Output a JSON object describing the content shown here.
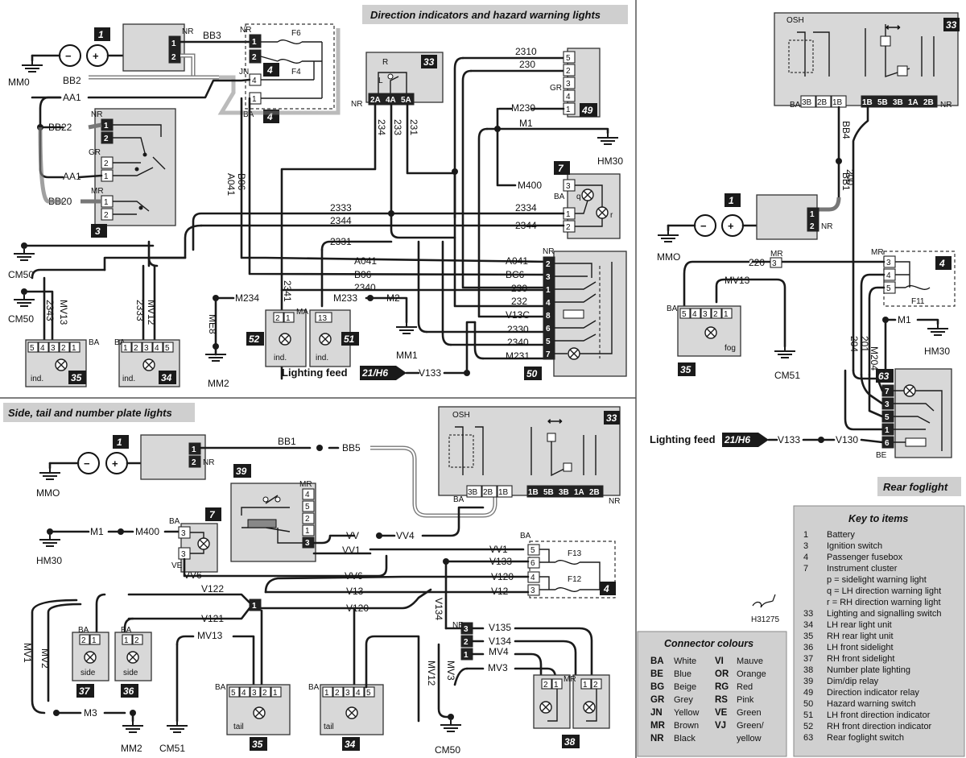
{
  "titles": {
    "direction": "Direction indicators and hazard warning lights",
    "side": "Side, tail and number plate lights",
    "rear": "Rear foglight"
  },
  "component_numbers": {
    "battery": "1",
    "ign_sw": "3",
    "fusebox": "4",
    "cluster": "7",
    "lighting_sw": "33",
    "lh_rear": "34",
    "rh_rear": "35",
    "lh_side": "36",
    "rh_side": "37",
    "number_plate": "38",
    "dimdip": "39",
    "flasher_relay": "49",
    "hazard_sw": "50",
    "lh_ind": "51",
    "rh_ind": "52",
    "fog_sw": "63"
  },
  "wires": {
    "bb1": "BB1",
    "bb2": "BB2",
    "bb3": "BB3",
    "bb4": "BB4",
    "bb5": "BB5",
    "bb20": "BB20",
    "bb22": "BB22",
    "aa1": "AA1",
    "a041": "A041",
    "b06": "B06",
    "bc6": "BC6",
    "w2310": "2310",
    "w230": "230",
    "w231": "231",
    "w232": "232",
    "w233": "233",
    "w234": "234",
    "w2330": "2330",
    "w2331": "2331",
    "w2333": "2333",
    "w2334": "2334",
    "w2340": "2340",
    "w2341": "2341",
    "w2343": "2343",
    "w2344": "2344",
    "w200": "200",
    "w201": "201",
    "w204": "204",
    "w220": "220",
    "m1": "M1",
    "m2": "M2",
    "m3": "M3",
    "m204": "M204",
    "m230": "M230",
    "m231": "M231",
    "m233": "M233",
    "m234": "M234",
    "m400": "M400",
    "mv1": "MV1",
    "mv2": "MV2",
    "mv3": "MV3",
    "mv4": "MV4",
    "mv12": "MV12",
    "mv13": "MV13",
    "v12": "V12",
    "v13": "V13",
    "v13c": "V13C",
    "v120": "V120",
    "v121": "V121",
    "v122": "V122",
    "v130": "V130",
    "v133": "V133",
    "v134": "V134",
    "v135": "V135",
    "vv": "VV",
    "vv1": "VV1",
    "vv4": "VV4",
    "vv6": "VV6"
  },
  "grounds": {
    "mm0": "MM0",
    "mmo": "MMO",
    "mm1": "MM1",
    "mm2": "MM2",
    "me8": "ME8",
    "hm30": "HM30",
    "cm50": "CM50",
    "cm51": "CM51"
  },
  "pin_labels": {
    "p1": "1",
    "p2": "2",
    "p3": "3",
    "p4": "4",
    "p5": "5",
    "p6": "6",
    "p7": "7",
    "p8": "8",
    "p2a": "2A",
    "p4a": "4A",
    "p5a": "5A",
    "p1a": "1A",
    "p1b": "1B",
    "p2b": "2B",
    "p3b": "3B",
    "p5b": "5B",
    "p13": "13"
  },
  "colour_codes": {
    "nr": "NR",
    "ba": "BA",
    "jn": "JN",
    "gr": "GR",
    "mr": "MR",
    "ma": "MA",
    "ve": "VE",
    "be": "BE",
    "osh": "OSH"
  },
  "symbols": {
    "minus": "−",
    "plus": "+",
    "q": "q",
    "r": "r",
    "l": "L",
    "rr": "R"
  },
  "fuses": {
    "f4": "F4",
    "f6": "F6",
    "f11": "F11",
    "f12": "F12",
    "f13": "F13"
  },
  "lamp_labels": {
    "ind": "ind.",
    "tail": "tail",
    "side": "side",
    "fog": "fog"
  },
  "lighting_feed": {
    "label": "Lighting feed",
    "ref": "21/H6"
  },
  "ref_code": "H31275",
  "connector_colours": {
    "heading": "Connector colours",
    "left": [
      [
        "BA",
        "White"
      ],
      [
        "BE",
        "Blue"
      ],
      [
        "BG",
        "Beige"
      ],
      [
        "GR",
        "Grey"
      ],
      [
        "JN",
        "Yellow"
      ],
      [
        "MR",
        "Brown"
      ],
      [
        "NR",
        "Black"
      ]
    ],
    "right": [
      [
        "VI",
        "Mauve"
      ],
      [
        "OR",
        "Orange"
      ],
      [
        "RG",
        "Red"
      ],
      [
        "RS",
        "Pink"
      ],
      [
        "VE",
        "Green"
      ],
      [
        "VJ",
        "Green/"
      ],
      [
        "",
        "yellow"
      ]
    ]
  },
  "key": {
    "heading": "Key to items",
    "items": [
      [
        "1",
        "Battery"
      ],
      [
        "3",
        "Ignition switch"
      ],
      [
        "4",
        "Passenger fusebox"
      ],
      [
        "7",
        "Instrument cluster"
      ],
      [
        "",
        "p = sidelight warning light"
      ],
      [
        "",
        "q = LH direction warning light"
      ],
      [
        "",
        "r = RH direction warning light"
      ],
      [
        "33",
        "Lighting and signalling switch"
      ],
      [
        "34",
        "LH rear light unit"
      ],
      [
        "35",
        "RH rear light unit"
      ],
      [
        "36",
        "LH front sidelight"
      ],
      [
        "37",
        "RH front sidelight"
      ],
      [
        "38",
        "Number plate lighting"
      ],
      [
        "39",
        "Dim/dip relay"
      ],
      [
        "49",
        "Direction indicator relay"
      ],
      [
        "50",
        "Hazard warning switch"
      ],
      [
        "51",
        "LH front direction indicator"
      ],
      [
        "52",
        "RH front direction indicator"
      ],
      [
        "63",
        "Rear foglight switch"
      ]
    ]
  }
}
